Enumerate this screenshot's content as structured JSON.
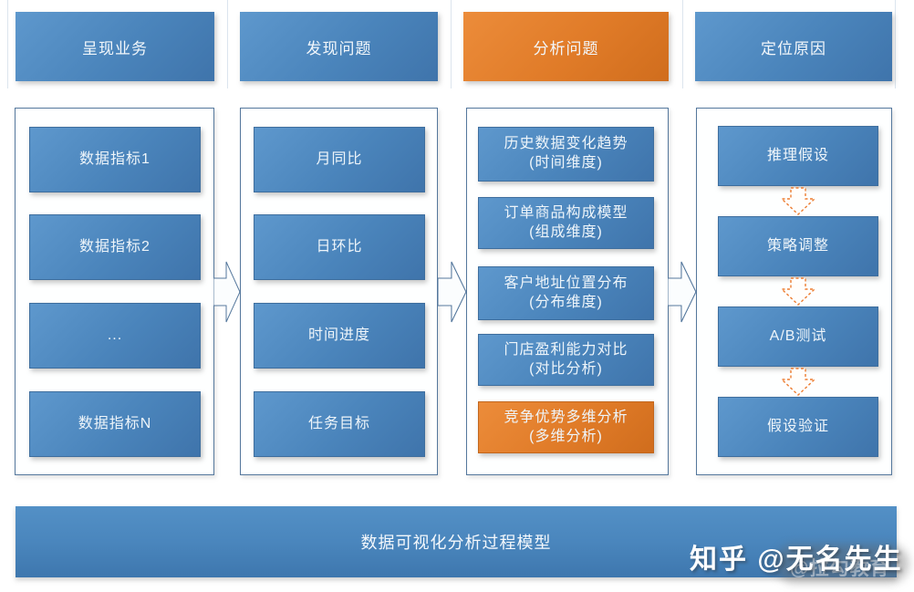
{
  "colors": {
    "blue": "#4a84bb",
    "blue_light": "#5e98cd",
    "blue_dark": "#3f74ab",
    "orange": "#e07b28",
    "container_border": "#54779c",
    "dashed_arrow_orange": "#ed7d31",
    "separator": "#dce5ee"
  },
  "headers": [
    {
      "label": "呈现业务"
    },
    {
      "label": "发现问题"
    },
    {
      "label": "分析问题"
    },
    {
      "label": "定位原因"
    }
  ],
  "columns": [
    {
      "items": [
        {
          "label": "数据指标1"
        },
        {
          "label": "数据指标2"
        },
        {
          "label": "..."
        },
        {
          "label": "数据指标N"
        }
      ]
    },
    {
      "items": [
        {
          "label": "月同比"
        },
        {
          "label": "日环比"
        },
        {
          "label": "时间进度"
        },
        {
          "label": "任务目标"
        }
      ]
    },
    {
      "items": [
        {
          "label": "历史数据变化趋势",
          "sub": "(时间维度)"
        },
        {
          "label": "订单商品构成模型",
          "sub": "(组成维度)"
        },
        {
          "label": "客户地址位置分布",
          "sub": "(分布维度)"
        },
        {
          "label": "门店盈利能力对比",
          "sub": "(对比分析)"
        },
        {
          "label": "竞争优势多维分析",
          "sub": "(多维分析)"
        }
      ]
    },
    {
      "items": [
        {
          "label": "推理假设"
        },
        {
          "label": "策略调整"
        },
        {
          "label": "A/B测试"
        },
        {
          "label": "假设验证"
        }
      ]
    }
  ],
  "footer": {
    "label": "数据可视化分析过程模型"
  },
  "watermark": {
    "text": "知乎 @无名先生",
    "ghost": "@拉勾教育"
  }
}
